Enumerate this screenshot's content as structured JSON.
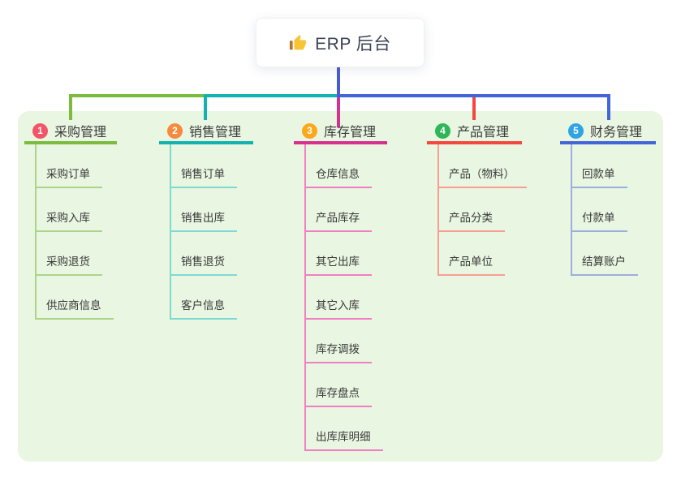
{
  "root": {
    "icon": "thumbs-up-icon",
    "label": "ERP 后台"
  },
  "colors": {
    "page_bg": "#ffffff",
    "panel_bg": "#e9f6e2",
    "root_stem": "#4a5bd0",
    "root_text": "#3b4357",
    "title_text": "#3b3b3b",
    "item_text": "#383838"
  },
  "branches": [
    {
      "badge": "1",
      "title": "采购管理",
      "colors": {
        "badge": "#f25568",
        "line": "#7cba40",
        "sub_line": "#acd489"
      },
      "items": [
        "采购订单",
        "采购入库",
        "采购退货",
        "供应商信息"
      ]
    },
    {
      "badge": "2",
      "title": "销售管理",
      "colors": {
        "badge": "#f78a3e",
        "line": "#12b3ae",
        "sub_line": "#7ed9d2"
      },
      "items": [
        "销售订单",
        "销售出库",
        "销售退货",
        "客户信息"
      ]
    },
    {
      "badge": "3",
      "title": "库存管理",
      "colors": {
        "badge": "#fba81c",
        "line": "#d6318f",
        "sub_line": "#f07fc2"
      },
      "items": [
        "仓库信息",
        "产品库存",
        "其它出库",
        "其它入库",
        "库存调拨",
        "库存盘点",
        "出库库明细"
      ]
    },
    {
      "badge": "4",
      "title": "产品管理",
      "colors": {
        "badge": "#2fb757",
        "line": "#f4473f",
        "sub_line": "#f79d92"
      },
      "items": [
        "产品（物料）",
        "产品分类",
        "产品单位"
      ]
    },
    {
      "badge": "5",
      "title": "财务管理",
      "colors": {
        "badge": "#2fa3e3",
        "line": "#4465d8",
        "sub_line": "#9baedc"
      },
      "items": [
        "回款单",
        "付款单",
        "结算账户"
      ]
    }
  ]
}
